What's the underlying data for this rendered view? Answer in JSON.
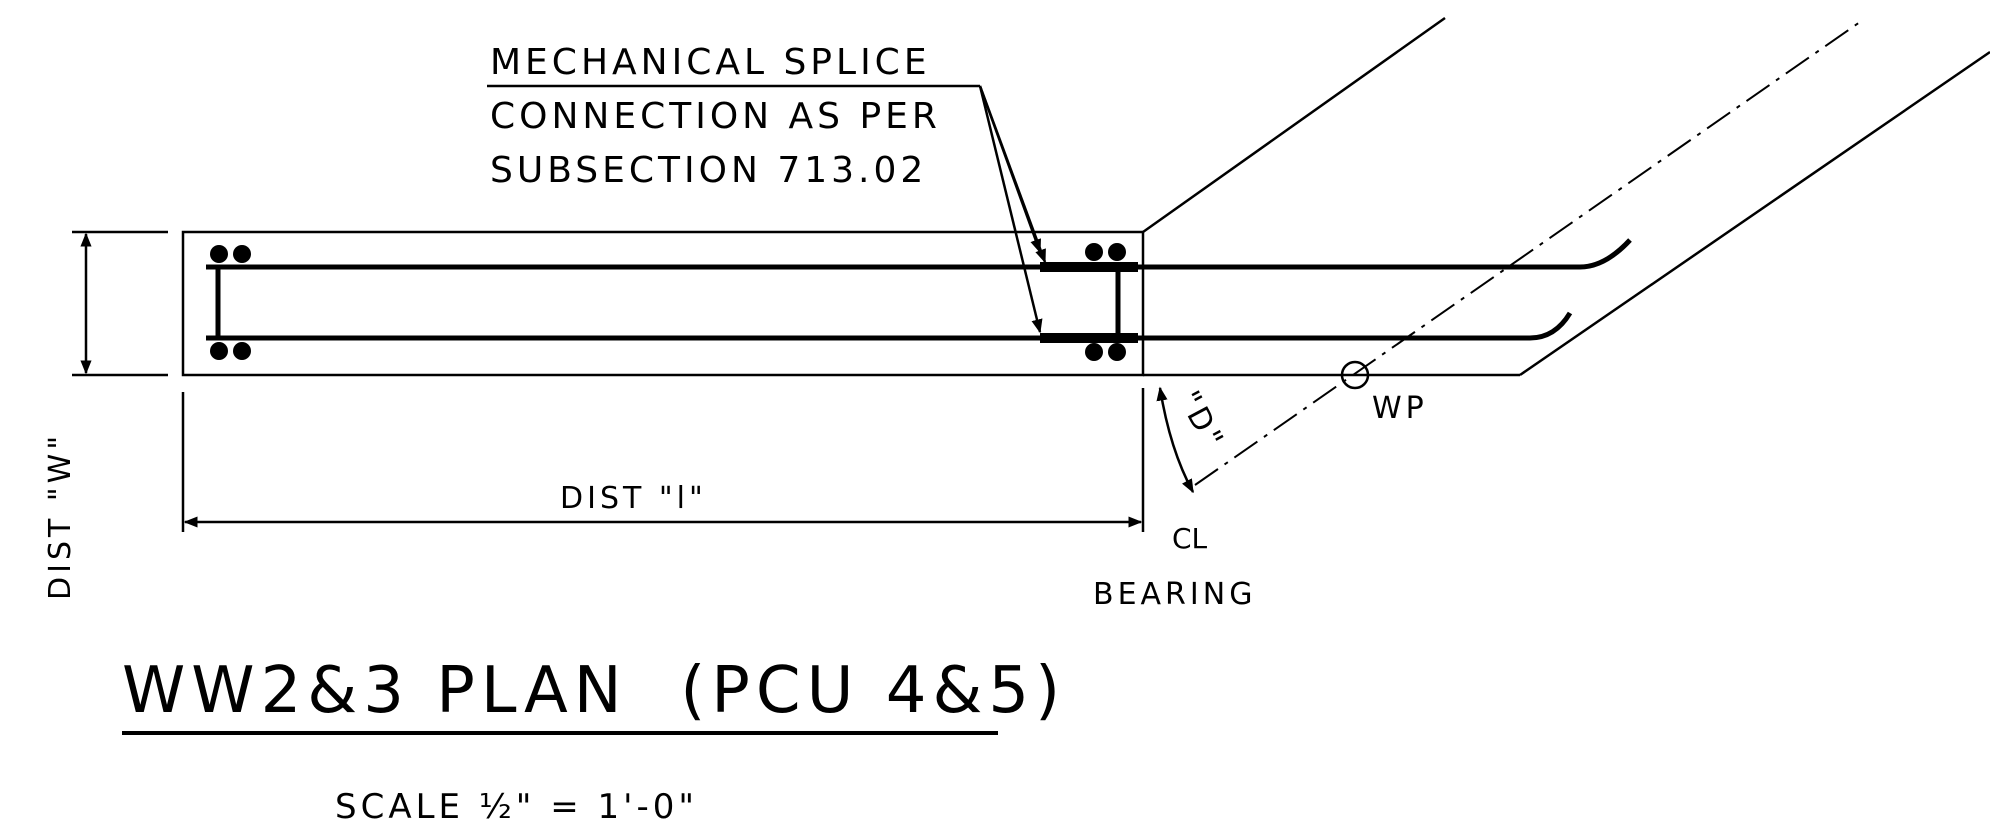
{
  "drawing": {
    "note_lines": [
      "MECHANICAL SPLICE",
      "CONNECTION AS PER",
      "SUBSECTION 713.02"
    ],
    "dim_width_label": "DIST \"W\"",
    "dim_length_label": "DIST \"l\"",
    "angle_label": "\"D\"",
    "work_point_label": "WP",
    "centerline_symbol": "CL",
    "bearing_label": "BEARING",
    "title": "WW2&3 PLAN  (PCU 4&5)",
    "scale_label": "SCALE ½\" = 1'-0\""
  }
}
